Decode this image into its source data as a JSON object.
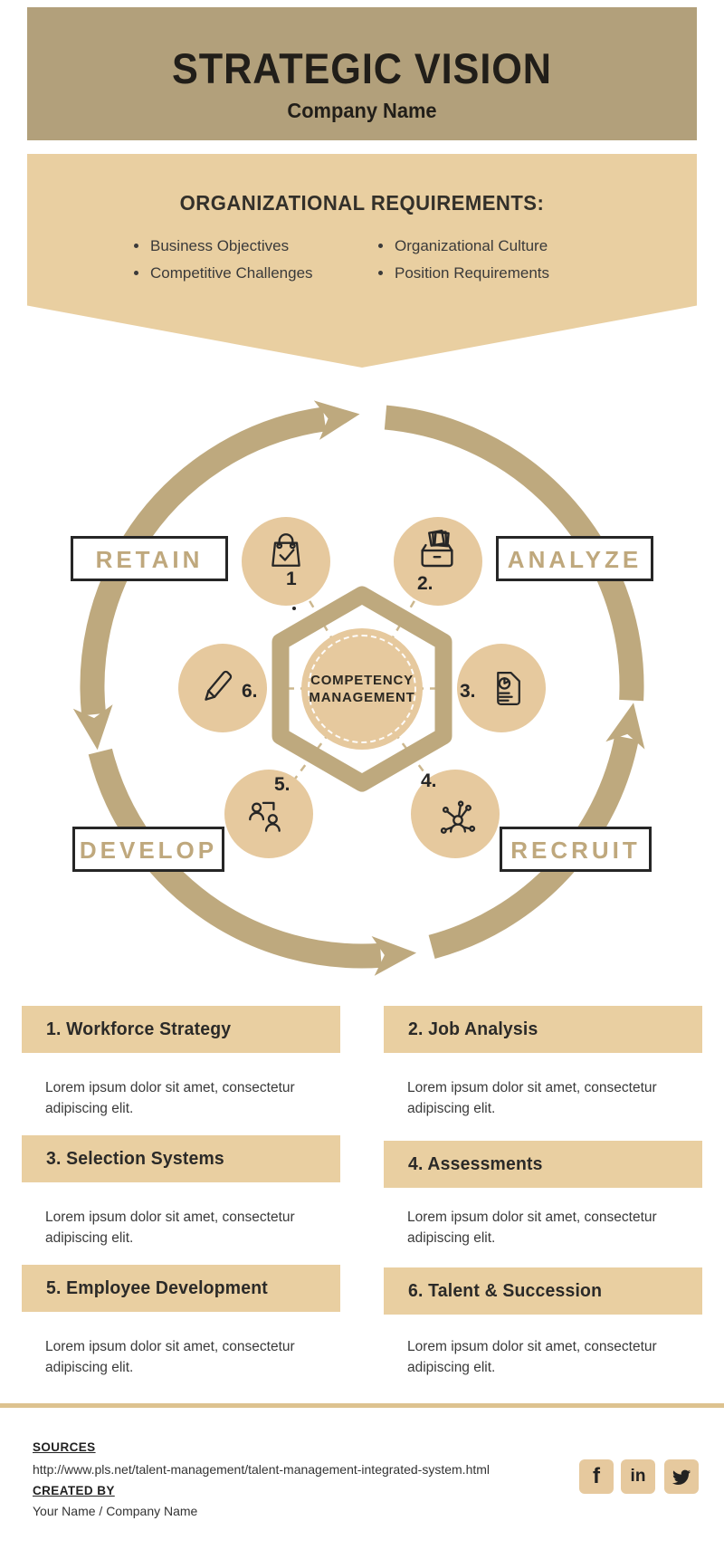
{
  "header": {
    "title": "STRATEGIC VISION",
    "subtitle": "Company Name"
  },
  "requirements": {
    "heading": "ORGANIZATIONAL REQUIREMENTS:",
    "columns": [
      [
        "Business Objectives",
        "Competitive Challenges"
      ],
      [
        "Organizational Culture",
        "Position Requirements"
      ]
    ]
  },
  "cycle": {
    "stages": [
      {
        "label": "RETAIN"
      },
      {
        "label": "ANALYZE"
      },
      {
        "label": "DEVELOP"
      },
      {
        "label": "RECRUIT"
      }
    ],
    "hub": {
      "line1": "COMPETENCY",
      "line2": "MANAGEMENT"
    },
    "items": [
      {
        "number": "1",
        "icon": "shopping-bag-check-icon"
      },
      {
        "number": "2.",
        "icon": "archive-files-icon"
      },
      {
        "number": "3.",
        "icon": "report-document-icon"
      },
      {
        "number": "4.",
        "icon": "talent-network-icon"
      },
      {
        "number": "5.",
        "icon": "people-exchange-icon"
      },
      {
        "number": "6.",
        "icon": "pen-icon"
      }
    ]
  },
  "sections": [
    {
      "title": "1. Workforce Strategy",
      "body": "Lorem ipsum dolor sit amet, consectetur adipiscing elit."
    },
    {
      "title": "2. Job Analysis",
      "body": "Lorem ipsum dolor sit amet, consectetur adipiscing elit."
    },
    {
      "title": "3. Selection Systems",
      "body": "Lorem ipsum dolor sit amet, consectetur adipiscing elit."
    },
    {
      "title": "4. Assessments",
      "body": "Lorem ipsum dolor sit amet, consectetur adipiscing elit."
    },
    {
      "title": "5. Employee Development",
      "body": "Lorem ipsum dolor sit amet, consectetur adipiscing elit."
    },
    {
      "title": "6. Talent & Succession",
      "body": "Lorem ipsum dolor sit amet, consectetur adipiscing elit."
    }
  ],
  "footer": {
    "sources_label": "SOURCES",
    "sources_url": "http://www.pls.net/talent-management/talent-management-integrated-system.html",
    "created_by_label": "CREATED BY",
    "created_by_value": "Your Name / Company Name",
    "social": [
      {
        "name": "facebook",
        "glyph": "f"
      },
      {
        "name": "linkedin",
        "glyph": "in"
      },
      {
        "name": "twitter",
        "glyph": ""
      }
    ]
  },
  "colors": {
    "header_bg": "#b2a07b",
    "panel_bg": "#e9cfa1",
    "circle_bg": "#e6c99e",
    "arrow": "#bea97e",
    "stage_label_text": "#bfa87d",
    "dark_text": "#262626"
  }
}
